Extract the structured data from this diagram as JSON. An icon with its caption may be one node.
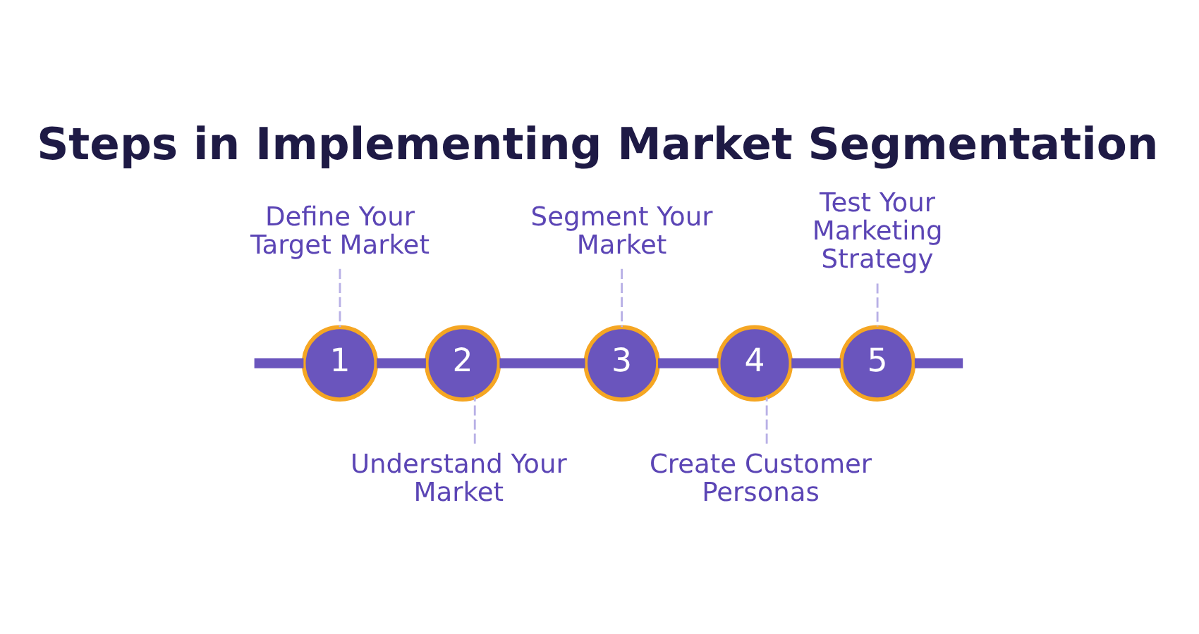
{
  "diagram": {
    "title": "Steps in Implementing Market Segmentation",
    "nodes": [
      {
        "text": [
          "Define Your Target Market"
        ]
      },
      {
        "text": [
          "Segment Your Market"
        ]
      },
      {
        "text": [
          "Test Your Marketing Strategy"
        ]
      },
      {
        "text": [
          "1"
        ]
      },
      {
        "text": [
          "2"
        ]
      },
      {
        "text": [
          "3"
        ]
      },
      {
        "text": [
          "4"
        ]
      },
      {
        "text": [
          "5"
        ]
      },
      {
        "text": [
          "Understand Your Market"
        ]
      },
      {
        "text": [
          "Create Customer Personas"
        ]
      }
    ],
    "edges": [
      {
        "from": null,
        "to": 3,
        "arrow": "none"
      },
      {
        "from": 3,
        "to": 4,
        "arrow": "none"
      },
      {
        "from": 4,
        "to": 5,
        "arrow": "none"
      },
      {
        "from": 5,
        "to": 6,
        "arrow": "none"
      },
      {
        "from": 6,
        "to": 7,
        "arrow": "none"
      },
      {
        "from": 7,
        "to": null,
        "arrow": "none"
      },
      {
        "from": 0,
        "to": 3,
        "arrow": "none",
        "style": "dashed",
        "color": "#b8b0e6"
      },
      {
        "from": 8,
        "to": 4,
        "arrow": "none",
        "style": "dashed",
        "color": "#b8b0e6"
      },
      {
        "from": 1,
        "to": 5,
        "arrow": "none",
        "style": "dashed",
        "color": "#b8b0e6"
      },
      {
        "from": 9,
        "to": 6,
        "arrow": "none",
        "style": "dashed",
        "color": "#b8b0e6"
      },
      {
        "from": 2,
        "to": 7,
        "arrow": "none",
        "style": "dashed",
        "color": "#b8b0e6"
      }
    ]
  }
}
